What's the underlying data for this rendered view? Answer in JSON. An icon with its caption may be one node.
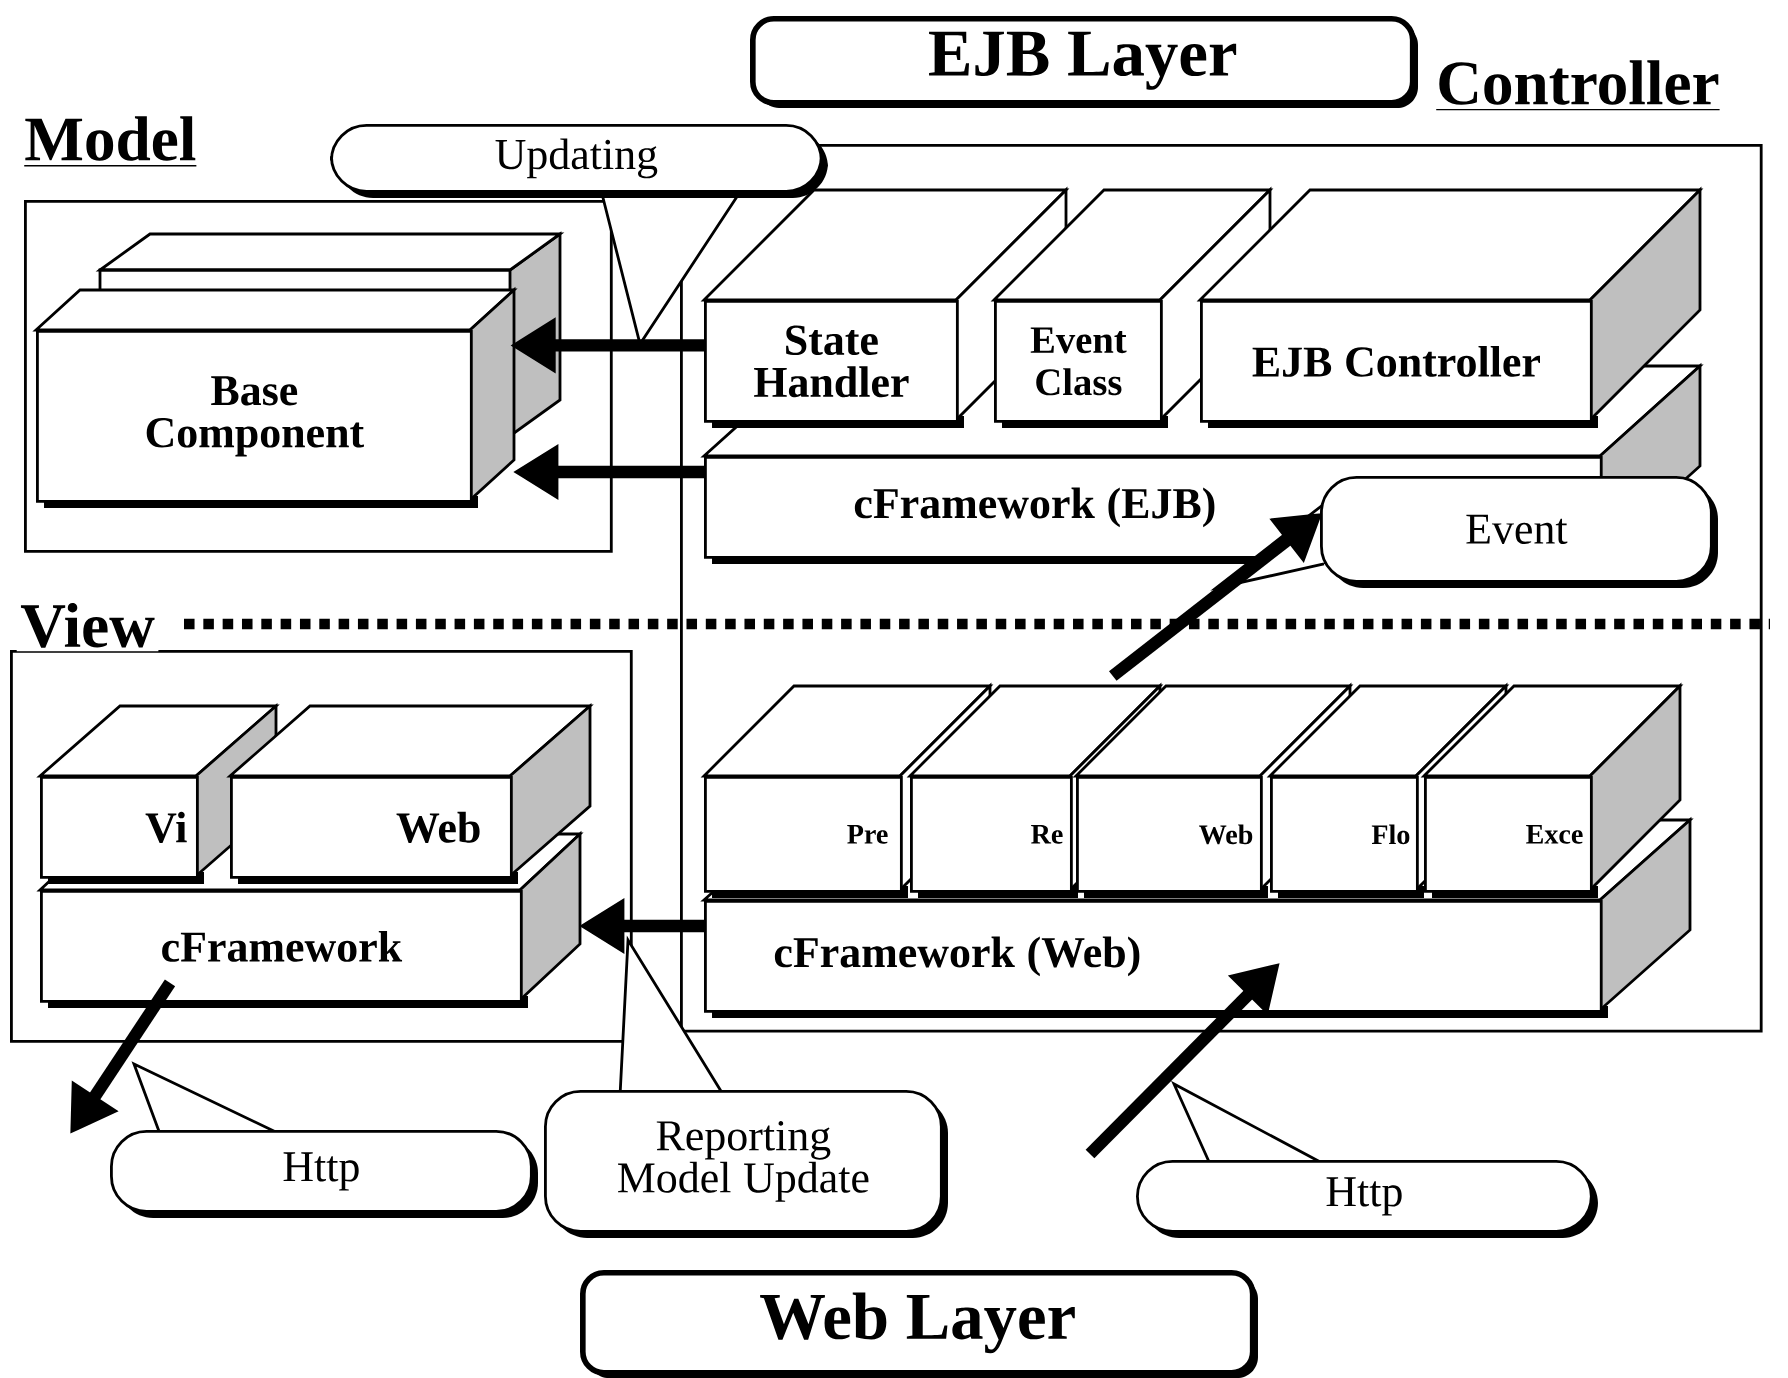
{
  "diagram": {
    "nodes": [
      {
        "text": [
          "EJB Layer"
        ]
      },
      {
        "text": [
          "Model"
        ]
      },
      {
        "text": [],
        "shape": "box",
        "in": 1
      },
      {
        "text": [
          "Base Component"
        ],
        "in": 1
      },
      {
        "text": [
          "Controller"
        ]
      },
      {
        "text": [
          "State Handler"
        ],
        "in": 4
      },
      {
        "text": [
          "Event Class"
        ],
        "in": 4
      },
      {
        "text": [
          "EJB Controller"
        ],
        "in": 4
      },
      {
        "text": [
          "cFramework (EJB)"
        ],
        "in": 4
      },
      {
        "text": [
          "View"
        ]
      },
      {
        "text": [
          "Vi"
        ],
        "in": 9
      },
      {
        "text": [
          "Web"
        ],
        "in": 9
      },
      {
        "text": [
          "cFramework"
        ],
        "in": 9
      },
      {
        "text": [
          "Pre"
        ],
        "in": 4
      },
      {
        "text": [
          "Re"
        ],
        "in": 4
      },
      {
        "text": [
          "Web"
        ],
        "in": 4
      },
      {
        "text": [
          "Flo"
        ],
        "in": 4
      },
      {
        "text": [
          "Exce"
        ],
        "in": 4
      },
      {
        "text": [
          "cFramework (Web)"
        ],
        "in": 4
      },
      {
        "text": [
          "Updating"
        ]
      },
      {
        "text": [
          "Event"
        ],
        "in": 4
      },
      {
        "text": [
          "Http"
        ]
      },
      {
        "text": [
          "Reporting Model Update"
        ]
      },
      {
        "text": [
          "Http"
        ]
      },
      {
        "text": [
          "Web Layer"
        ]
      }
    ],
    "edges": [
      {
        "from": 5,
        "to": 2,
        "arrow": "to"
      },
      {
        "from": 8,
        "to": 3,
        "arrow": "to"
      },
      {
        "from": 18,
        "to": 12,
        "arrow": "to"
      },
      {
        "from": 12,
        "to": null,
        "arrow": "to"
      },
      {
        "from": null,
        "to": 18,
        "arrow": "to"
      },
      {
        "from": 14,
        "to": 8,
        "arrow": "to"
      }
    ]
  }
}
